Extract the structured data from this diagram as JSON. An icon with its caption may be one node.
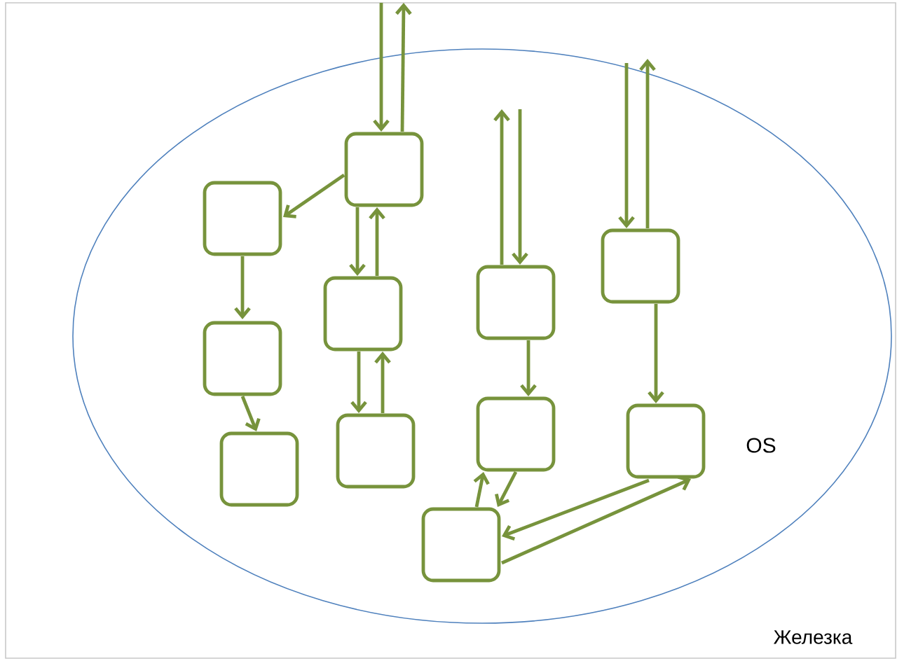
{
  "diagram": {
    "nodes": [
      {
        "text": [
          "Железка"
        ]
      },
      {
        "text": [
          "OS"
        ],
        "in": 0
      },
      {
        "text": [],
        "shape": "box",
        "in": 1
      },
      {
        "text": [],
        "shape": "box",
        "in": 1
      },
      {
        "text": [],
        "shape": "box",
        "in": 1
      },
      {
        "text": [],
        "shape": "box",
        "in": 1
      },
      {
        "text": [],
        "shape": "box",
        "in": 1
      },
      {
        "text": [],
        "shape": "box",
        "in": 1
      },
      {
        "text": [],
        "shape": "box",
        "in": 1
      },
      {
        "text": [],
        "shape": "box",
        "in": 1
      },
      {
        "text": [],
        "shape": "box",
        "in": 1
      },
      {
        "text": [],
        "shape": "box",
        "in": 1
      },
      {
        "text": [],
        "shape": "box",
        "in": 1
      }
    ],
    "edges": [
      {
        "from": 5,
        "to": 2,
        "arrow": "to"
      },
      {
        "from": 2,
        "to": 3,
        "arrow": "to"
      },
      {
        "from": 3,
        "to": 4,
        "arrow": "to"
      },
      {
        "from": null,
        "to": 5,
        "arrow": "to"
      },
      {
        "from": 5,
        "to": null,
        "arrow": "to"
      },
      {
        "from": 5,
        "to": 6,
        "arrow": "to"
      },
      {
        "from": 6,
        "to": 5,
        "arrow": "to"
      },
      {
        "from": 6,
        "to": 7,
        "arrow": "to"
      },
      {
        "from": 7,
        "to": 6,
        "arrow": "to"
      },
      {
        "from": 8,
        "to": null,
        "arrow": "to"
      },
      {
        "from": null,
        "to": 8,
        "arrow": "to"
      },
      {
        "from": 8,
        "to": 9,
        "arrow": "to"
      },
      {
        "from": 10,
        "to": 9,
        "arrow": "to"
      },
      {
        "from": 9,
        "to": 10,
        "arrow": "to"
      },
      {
        "from": null,
        "to": 11,
        "arrow": "to"
      },
      {
        "from": 11,
        "to": null,
        "arrow": "to"
      },
      {
        "from": 11,
        "to": 12,
        "arrow": "to"
      },
      {
        "from": 12,
        "to": 10,
        "arrow": "to"
      },
      {
        "from": 10,
        "to": 12,
        "arrow": "to"
      }
    ]
  }
}
